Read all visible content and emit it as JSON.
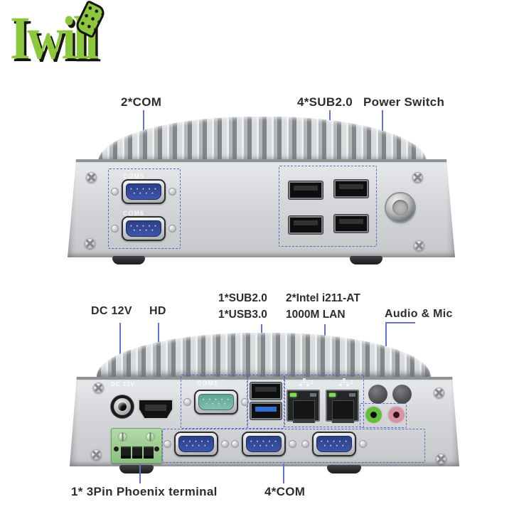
{
  "logo": {
    "text": "Iwill"
  },
  "annotations": {
    "front": {
      "com": "2*COM",
      "usb": "4*SUB2.0",
      "power": "Power Switch"
    },
    "rear": {
      "dc": "DC 12V",
      "hd": "HD",
      "usb_line1": "1*SUB2.0",
      "usb_line2": "1*USB3.0",
      "lan_line1": "2*Intel i211-AT",
      "lan_line2": "1000M LAN",
      "audio": "Audio & Mic"
    },
    "bottom": {
      "phoenix": "1* 3Pin Phoenix terminal",
      "com": "4*COM"
    }
  },
  "panel_prints": {
    "com5": "COM5",
    "com6": "COM6",
    "com1": "COM1",
    "dc": "DC 12V",
    "lan_left_num": "2",
    "lan_right_num": "1"
  },
  "colors": {
    "logo_green": "#8dc63f",
    "annotation_blue": "#4d5fc9",
    "label_text": "#2d2d2d",
    "db9_blue": "#3d55ab",
    "com1_teal": "#6fae9d",
    "phoenix_green": "#9ccb8e",
    "audio_green": "#65bd3c",
    "mic_pink": "#d793a3"
  }
}
